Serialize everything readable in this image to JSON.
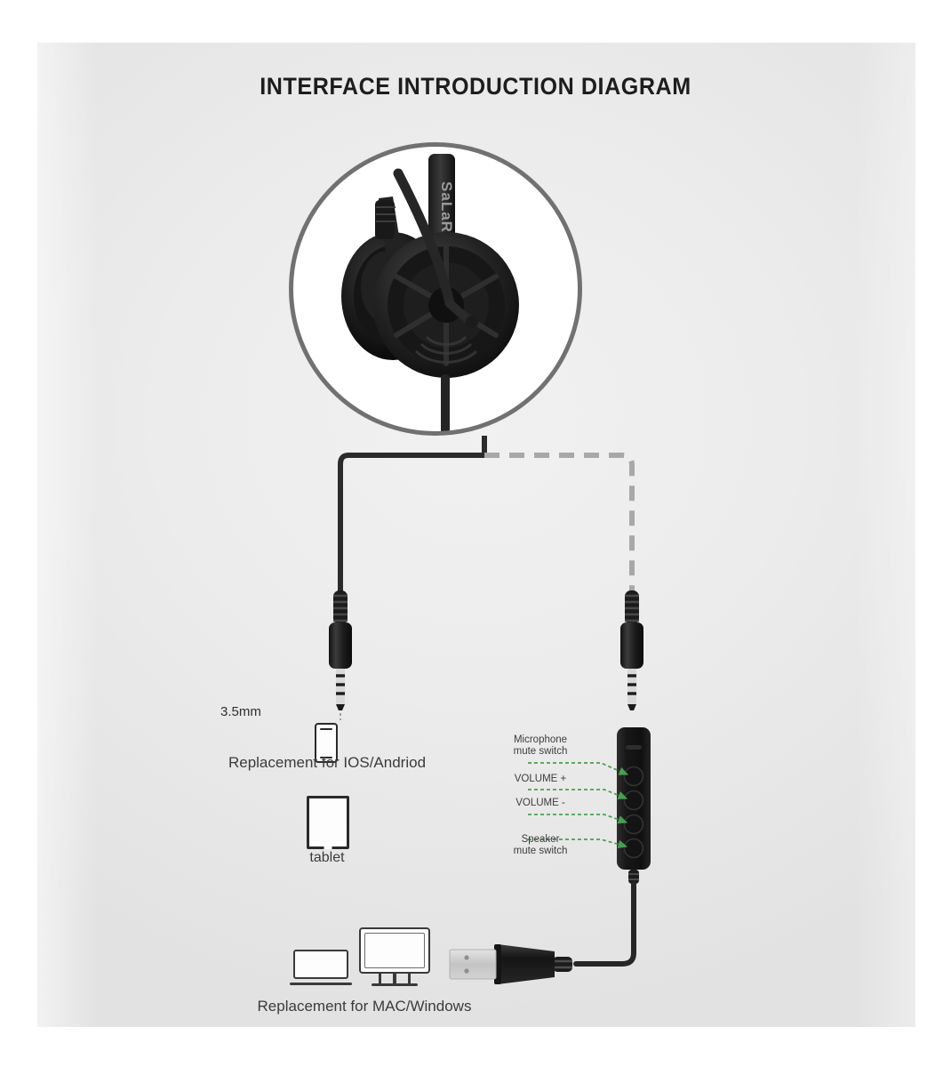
{
  "page": {
    "title": "INTERFACE INTRODUCTION DIAGRAM",
    "background_color": "#ffffff",
    "panel_color": "#ececec"
  },
  "product": {
    "brand": "SaLaR",
    "device_name": "headset",
    "circle_border_color": "#6f7173"
  },
  "cables": {
    "solid_color": "#2b2b2b",
    "dashed_color": "#a8a8a8",
    "left_branch_style": "solid",
    "right_branch_style": "dashed"
  },
  "connectors": {
    "jack_left": {
      "name": "3.5mm",
      "label": "3.5mm",
      "type": "TRRS-4-pole"
    },
    "jack_right": {
      "name": "3.5mm",
      "type": "TRRS-4-pole"
    },
    "usb": {
      "name": "USB-A",
      "tongue_color": "#c9c9c9",
      "housing_color": "#1f1f1f"
    }
  },
  "compatibility": {
    "mobile": {
      "icon": "smartphone-icon",
      "label": "Replacement for IOS/Andriod"
    },
    "tablet": {
      "icon": "tablet-icon",
      "label": "tablet"
    },
    "computer": {
      "icons": [
        "laptop-icon",
        "monitor-icon"
      ],
      "label": "Replacement for MAC/Windows"
    }
  },
  "control_pod": {
    "accent_color": "#4a9e52",
    "body_color": "#1e1e1e",
    "button_count": 4,
    "controls": [
      {
        "id": "microphone-mute",
        "line1": "Microphone",
        "line2": "mute switch"
      },
      {
        "id": "volume-up",
        "line1": "VOLUME +",
        "line2": ""
      },
      {
        "id": "volume-down",
        "line1": "VOLUME -",
        "line2": ""
      },
      {
        "id": "speaker-mute",
        "line1": "Speaker",
        "line2": "mute switch"
      }
    ]
  }
}
